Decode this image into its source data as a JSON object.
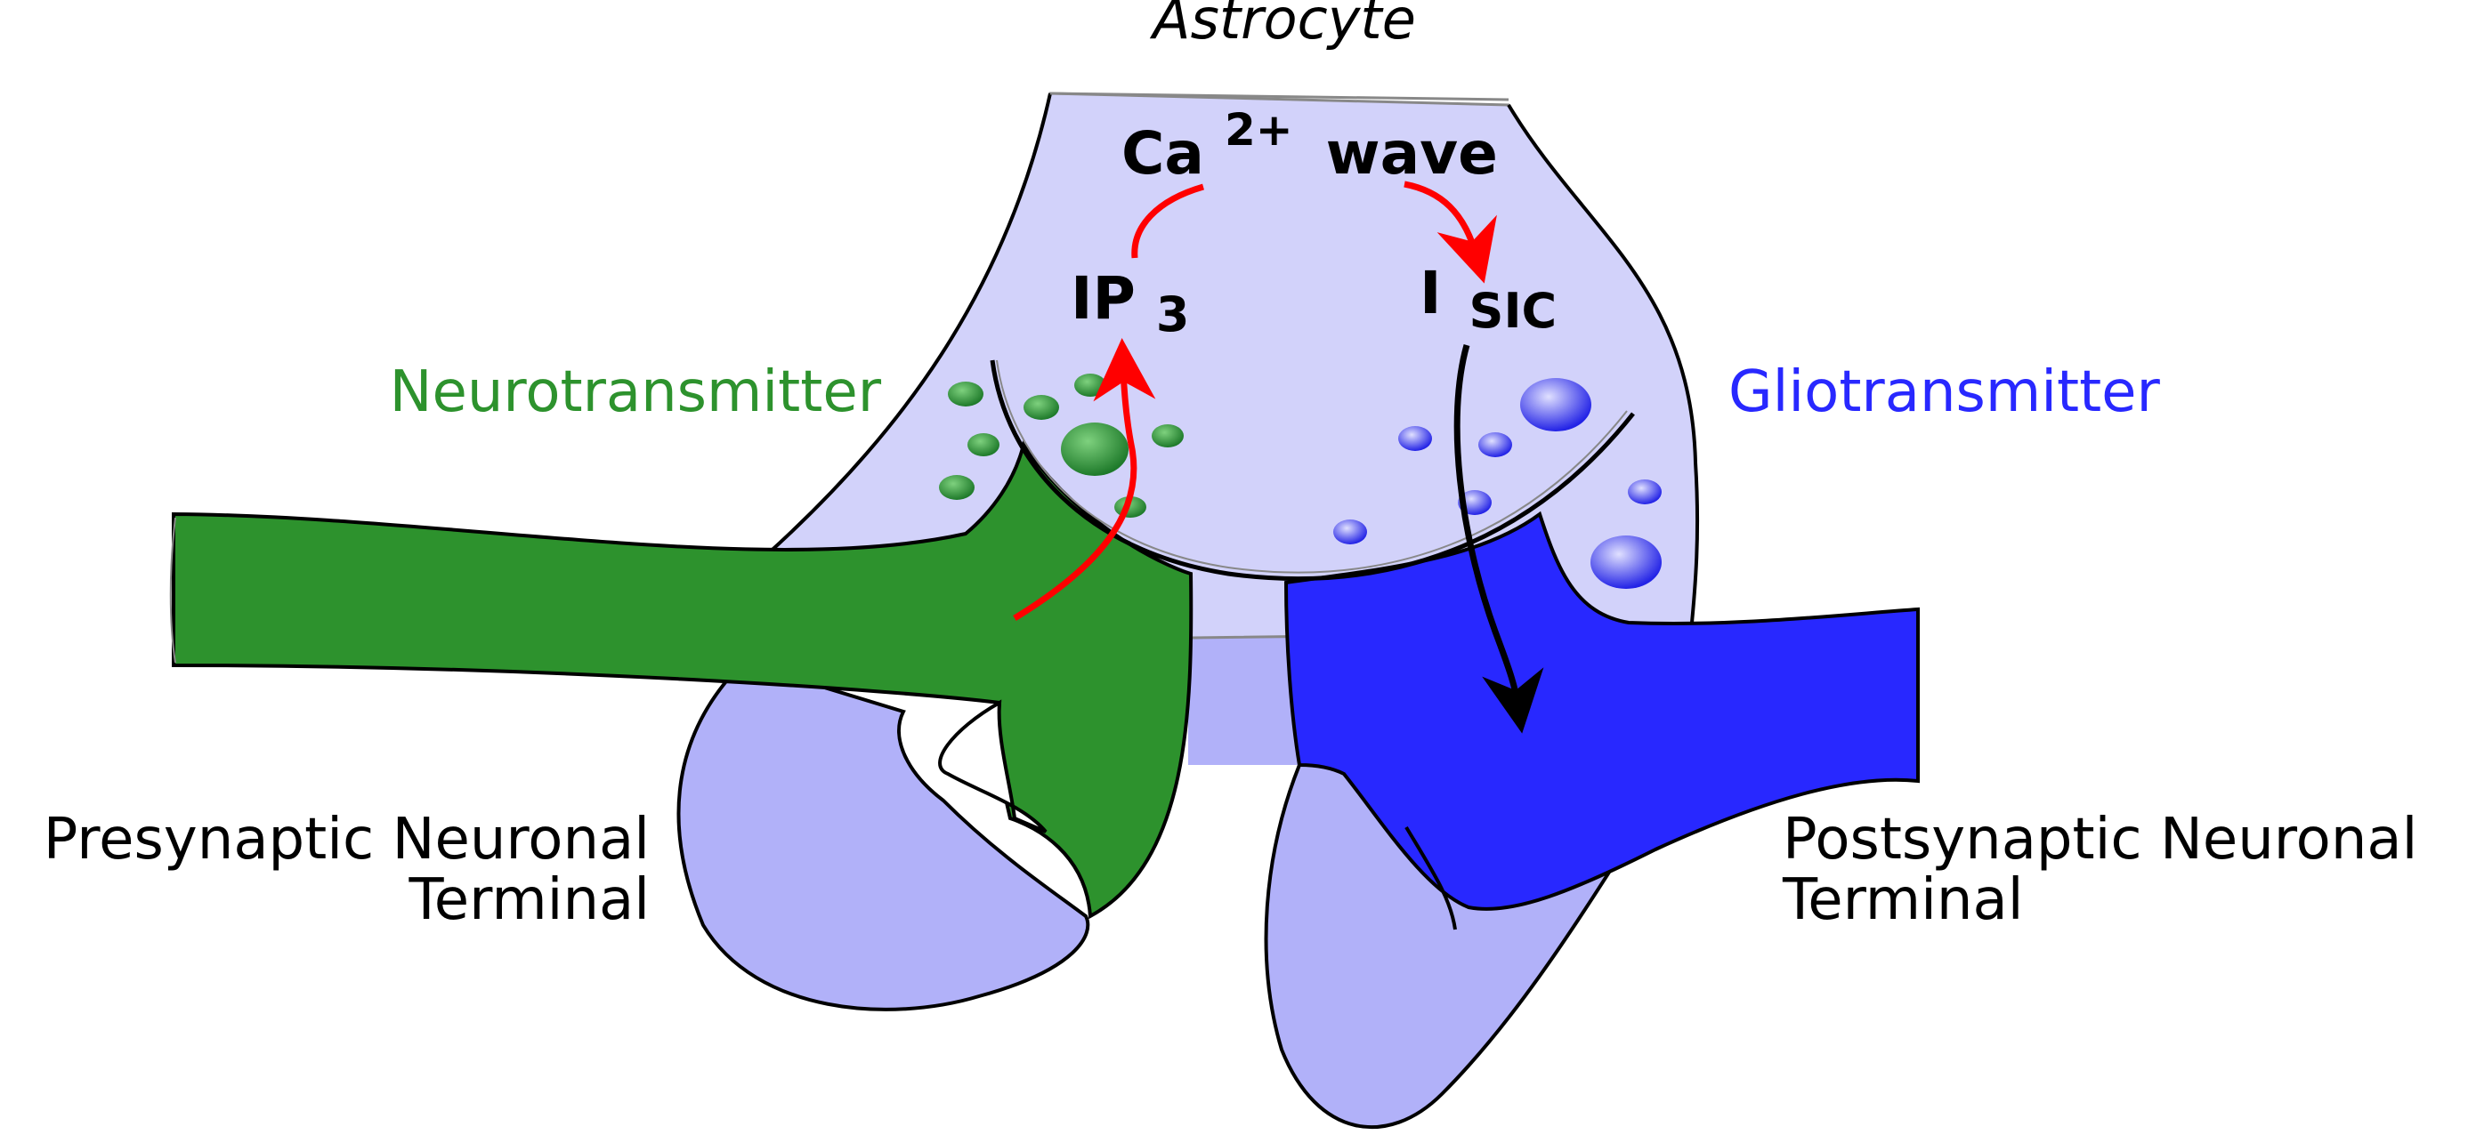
{
  "labels": {
    "astrocyte": "Astrocyte",
    "ca_main": "Ca",
    "ca_sup": "2+",
    "wave": "wave",
    "ip_main": "IP",
    "ip_sub": "3",
    "i_main": "I",
    "i_sub": "SIC",
    "neurotransmitter": "Neurotransmitter",
    "gliotransmitter": "Gliotransmitter",
    "pre_line1": "Presynaptic Neuronal",
    "pre_line2": "Terminal",
    "post_line1": "Postsynaptic Neuronal",
    "post_line2": "Terminal"
  },
  "colors": {
    "astrocyte_fill": "#d2d2fa",
    "process_fill": "#b1b1f9",
    "presynaptic_fill": "#2d922d",
    "postsynaptic_fill": "#2828ff",
    "arrow_red": "#ff0000",
    "neuro_label": "#2d922d",
    "glio_label": "#2828ff",
    "outline": "#000000"
  }
}
